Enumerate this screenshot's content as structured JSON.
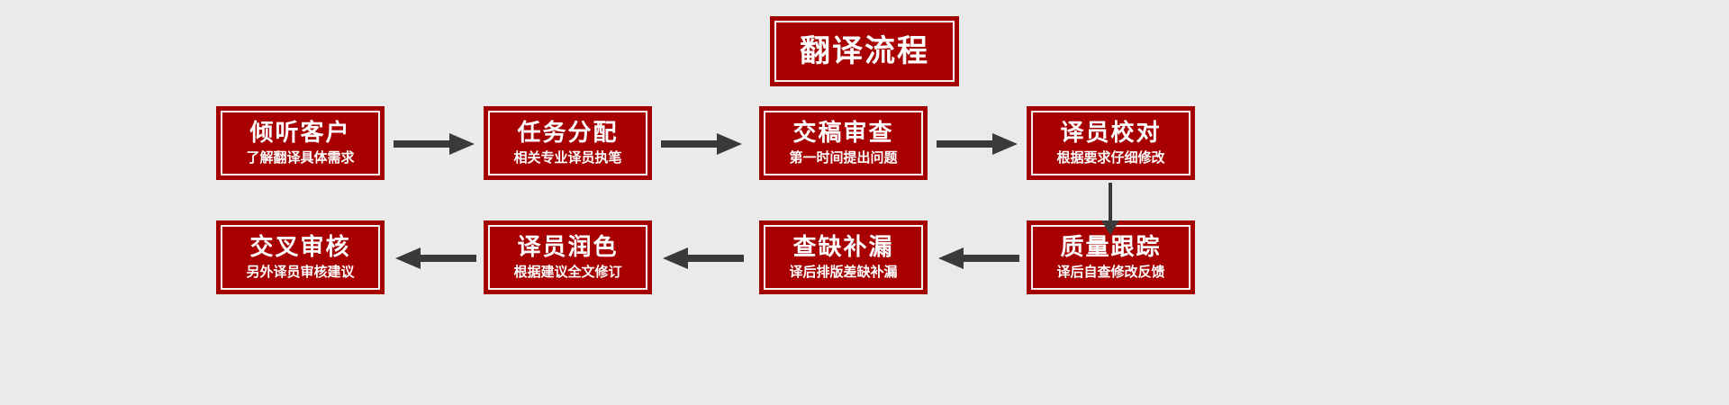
{
  "background_color": "#eaeaea",
  "palette": {
    "box_fill": "#a80000",
    "box_border": "#a00000",
    "box_inner_ring": "#f2f0f0",
    "text": "#ffffff",
    "arrow": "#3a3a3a"
  },
  "title": {
    "text": "翻译流程"
  },
  "flow": {
    "row1": [
      {
        "title": "倾听客户",
        "subtitle": "了解翻译具体需求"
      },
      {
        "title": "任务分配",
        "subtitle": "相关专业译员执笔"
      },
      {
        "title": "交稿审查",
        "subtitle": "第一时间提出问题"
      },
      {
        "title": "译员校对",
        "subtitle": "根据要求仔细修改"
      }
    ],
    "row2": [
      {
        "title": "交叉审核",
        "subtitle": "另外译员审核建议"
      },
      {
        "title": "译员润色",
        "subtitle": "根据建议全文修订"
      },
      {
        "title": "查缺补漏",
        "subtitle": "译后排版差缺补漏"
      },
      {
        "title": "质量跟踪",
        "subtitle": "译后自查修改反馈"
      }
    ],
    "connectors": [
      {
        "name": "arrow-right-1",
        "direction": "right"
      },
      {
        "name": "arrow-right-2",
        "direction": "right"
      },
      {
        "name": "arrow-right-3",
        "direction": "right"
      },
      {
        "name": "arrow-down-1",
        "direction": "down"
      },
      {
        "name": "arrow-left-1",
        "direction": "left"
      },
      {
        "name": "arrow-left-2",
        "direction": "left"
      },
      {
        "name": "arrow-left-3",
        "direction": "left"
      }
    ]
  }
}
